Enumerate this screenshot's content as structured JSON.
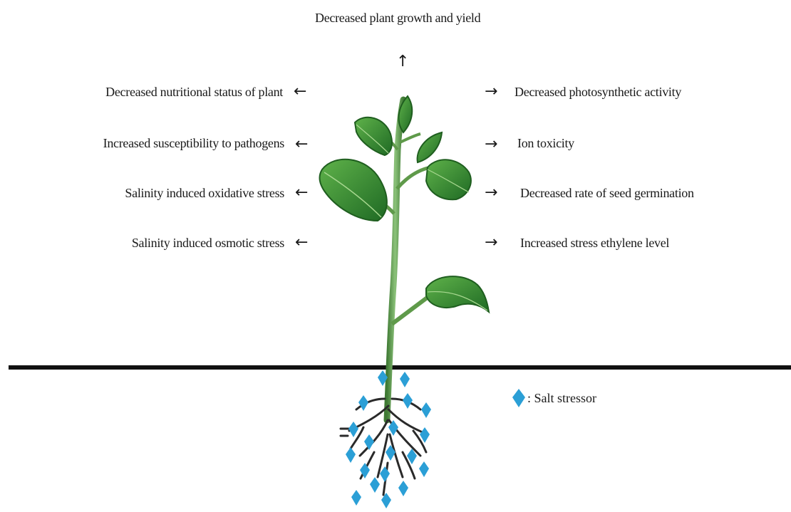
{
  "top_effect": "Decreased plant growth and yield",
  "left_effects": [
    "Decreased nutritional status of plant",
    "Increased susceptibility to pathogens",
    "Salinity induced oxidative stress",
    "Salinity induced osmotic stress"
  ],
  "right_effects": [
    "Decreased photosynthetic activity",
    "Ion toxicity",
    "Decreased rate of seed germination",
    "Increased stress ethylene level"
  ],
  "legend": {
    "label": ": Salt stressor",
    "icon": "salt-stressor-diamond"
  },
  "colors": {
    "leaf": "#2f8a2f",
    "leaf_dark": "#1f5e1f",
    "stem": "#5f9a4a",
    "salt": "#2b9fd6",
    "ground": "#111111",
    "root": "#2a2a2a"
  }
}
